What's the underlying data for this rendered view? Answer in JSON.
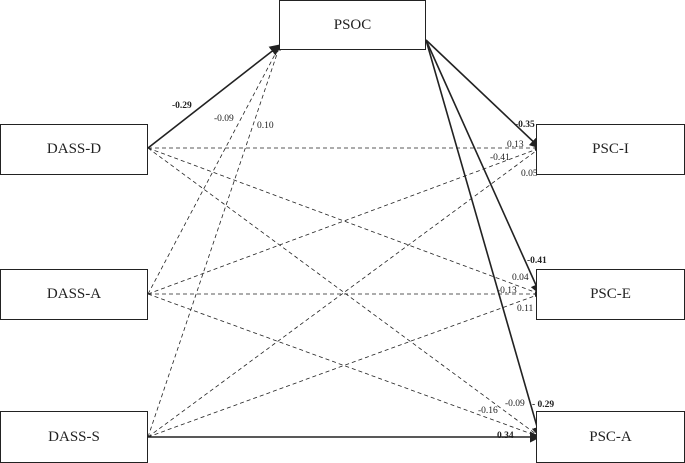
{
  "nodes": {
    "psoc": "PSOC",
    "dass_d": "DASS-D",
    "dass_a": "DASS-A",
    "dass_s": "DASS-S",
    "psc_i": "PSC-I",
    "psc_e": "PSC-E",
    "psc_a": "PSC-A"
  },
  "paths": [
    {
      "from": "dass_d",
      "to": "psoc",
      "coef": "-0.29",
      "significant": true
    },
    {
      "from": "dass_a",
      "to": "psoc",
      "coef": "-0.09",
      "significant": false
    },
    {
      "from": "dass_s",
      "to": "psoc",
      "coef": "0.10",
      "significant": false
    },
    {
      "from": "psoc",
      "to": "psc_i",
      "coef": "-0.35",
      "significant": true
    },
    {
      "from": "psoc",
      "to": "psc_e",
      "coef": "-0.41",
      "significant": true
    },
    {
      "from": "psoc",
      "to": "psc_a",
      "coef": "- 0.29",
      "significant": true
    },
    {
      "from": "dass_d",
      "to": "psc_i",
      "coef": "0.13",
      "significant": false
    },
    {
      "from": "dass_a",
      "to": "psc_i",
      "coef": "-0.41",
      "significant": false
    },
    {
      "from": "dass_s",
      "to": "psc_i",
      "coef": "0.05",
      "significant": false
    },
    {
      "from": "dass_d",
      "to": "psc_e",
      "coef": "0.04",
      "significant": false
    },
    {
      "from": "dass_a",
      "to": "psc_e",
      "coef": "-0.13",
      "significant": false
    },
    {
      "from": "dass_s",
      "to": "psc_e",
      "coef": "0.11",
      "significant": false
    },
    {
      "from": "dass_d",
      "to": "psc_a",
      "coef": "-0.16",
      "significant": false
    },
    {
      "from": "dass_a",
      "to": "psc_a",
      "coef": "-0.09",
      "significant": false
    },
    {
      "from": "dass_s",
      "to": "psc_a",
      "coef": "0.34",
      "significant": true
    }
  ]
}
